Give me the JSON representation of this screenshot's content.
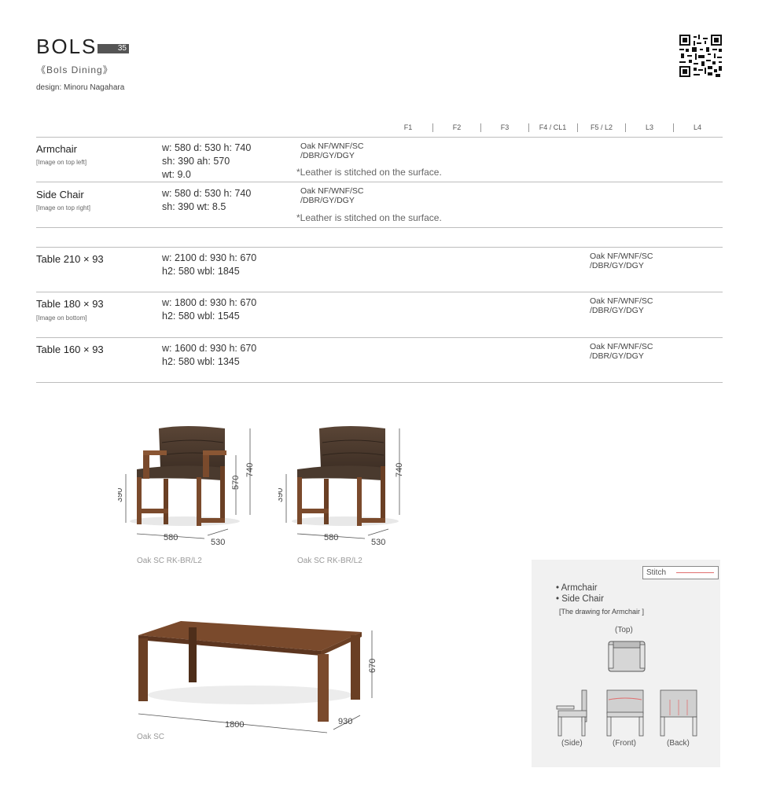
{
  "header": {
    "title": "BOLS",
    "page_number": "35",
    "subtitle": "《Bols Dining》",
    "designer": "design: Minoru Nagahara"
  },
  "columns": [
    "F1",
    "F2",
    "F3",
    "F4 / CL1",
    "F5 / L2",
    "L3",
    "L4"
  ],
  "products": [
    {
      "name": "Armchair",
      "note": "[Image on top left]",
      "dims": [
        "w: 580  d: 530  h: 740",
        "sh: 390  ah: 570",
        "wt: 9.0"
      ],
      "finish": [
        "Oak NF/WNF/SC",
        "/DBR/GY/DGY"
      ],
      "leather": "*Leather is stitched on the surface."
    },
    {
      "name": "Side Chair",
      "note": "[Image on top right]",
      "dims": [
        "w: 580  d: 530  h: 740",
        "sh: 390  wt: 8.5"
      ],
      "finish": [
        "Oak NF/WNF/SC",
        "/DBR/GY/DGY"
      ],
      "leather": "*Leather is stitched on the surface."
    },
    {
      "name": "Table 210 × 93",
      "note": "",
      "dims": [
        "w: 2100  d: 930  h: 670",
        "h2: 580  wbl: 1845"
      ],
      "finish": [
        "Oak NF/WNF/SC",
        "/DBR/GY/DGY"
      ]
    },
    {
      "name": "Table 180 × 93",
      "note": "[Image on bottom]",
      "dims": [
        "w: 1800  d: 930  h: 670",
        "h2: 580  wbl: 1545"
      ],
      "finish": [
        "Oak NF/WNF/SC",
        "/DBR/GY/DGY"
      ]
    },
    {
      "name": "Table 160 × 93",
      "note": "",
      "dims": [
        "w: 1600  d: 930  h: 670",
        "h2: 580  wbl: 1345"
      ],
      "finish": [
        "Oak NF/WNF/SC",
        "/DBR/GY/DGY"
      ]
    }
  ],
  "illustrations": {
    "armchair": {
      "caption": "Oak SC  RK-BR/L2",
      "w": "580",
      "d": "530",
      "sh": "390",
      "ah": "570",
      "h": "740"
    },
    "sidechair": {
      "caption": "Oak SC  RK-BR/L2",
      "w": "580",
      "d": "530",
      "sh": "390",
      "h": "740"
    },
    "table": {
      "caption": "Oak SC",
      "w": "1800",
      "d": "930",
      "h": "670"
    }
  },
  "stitch": {
    "key_label": "Stitch",
    "key_color": "#e07070",
    "items": [
      "• Armchair",
      "• Side Chair"
    ],
    "sub": "[The drawing for Armchair ]",
    "views": [
      "(Top)",
      "(Side)",
      "(Front)",
      "(Back)"
    ]
  },
  "colors": {
    "wood": "#7a4a2c",
    "leather": "#4a3a30"
  }
}
